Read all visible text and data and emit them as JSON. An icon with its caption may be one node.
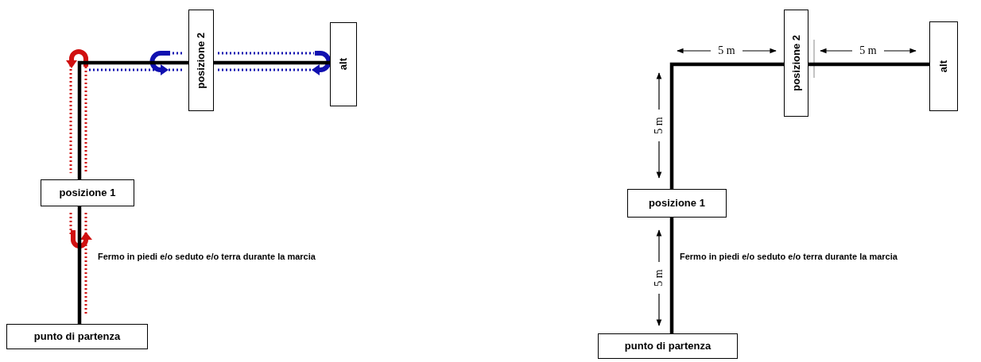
{
  "diagram": {
    "nodes": [
      {
        "text": [
          "posizione 2"
        ]
      },
      {
        "text": [
          "alt"
        ]
      },
      {
        "text": [
          "posizione 1"
        ]
      },
      {
        "text": [
          "punto di partenza"
        ]
      },
      {
        "text": [
          "posizione 2"
        ]
      },
      {
        "text": [
          "alt"
        ]
      },
      {
        "text": [
          "posizione 1"
        ]
      },
      {
        "text": [
          "punto di partenza"
        ]
      }
    ],
    "edges": [
      {
        "from": 3,
        "to": 2,
        "arrow": "none"
      },
      {
        "from": 2,
        "to": 0,
        "arrow": "none"
      },
      {
        "from": 0,
        "to": 1,
        "arrow": "none"
      },
      {
        "from": 7,
        "to": 6,
        "arrow": "none"
      },
      {
        "from": 6,
        "to": 4,
        "arrow": "none"
      },
      {
        "from": 4,
        "to": 5,
        "arrow": "none"
      }
    ],
    "labels": [
      "Fermo in piedi e/o seduto e/o terra durante la marcia",
      "5 m",
      "5 m",
      "5 m",
      "Fermo in piedi e/o seduto e/o terra durante la marcia",
      "5 m"
    ]
  }
}
